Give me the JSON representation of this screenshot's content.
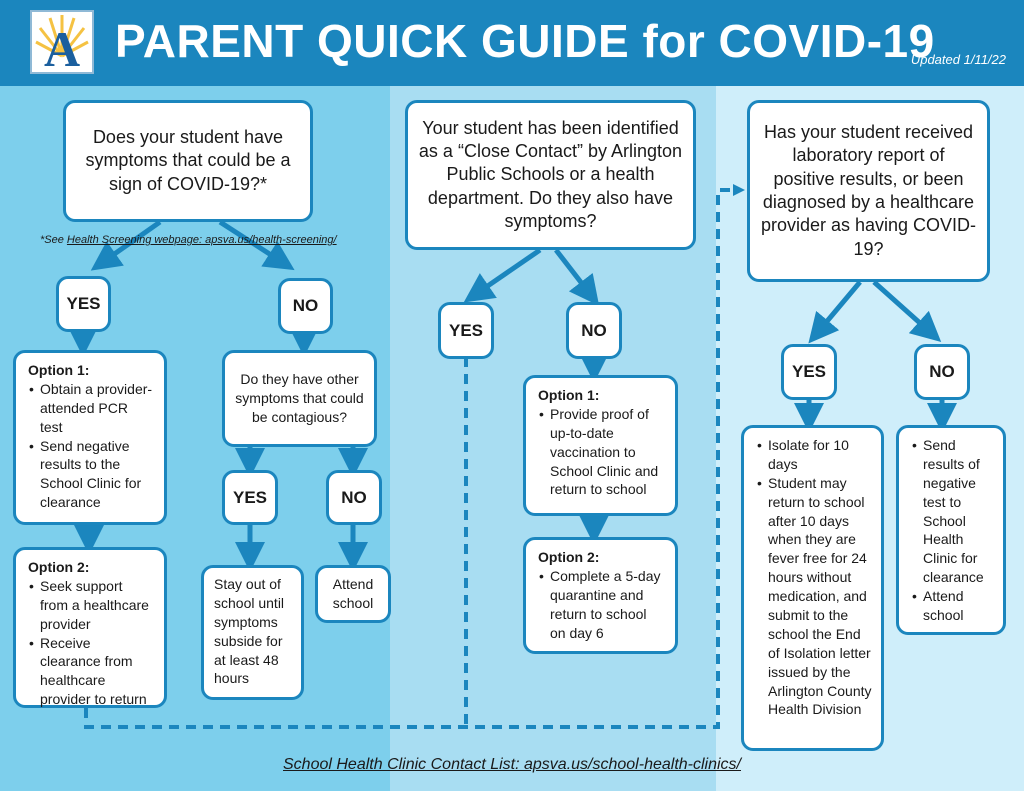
{
  "header": {
    "title": "PARENT QUICK GUIDE for COVID-19",
    "updated": "Updated 1/11/22",
    "logo_letter": "A"
  },
  "col1": {
    "question": "Does your student have symptoms that could be a sign of COVID-19?*",
    "note_prefix": "*See ",
    "note_link": "Health Screening webpage: apsva.us/health-screening/",
    "yes": "YES",
    "no": "NO",
    "option1_title": "Option 1:",
    "option1_items": [
      "Obtain a provider-attended PCR test",
      "Send negative results to the School Clinic for clearance"
    ],
    "option2_title": "Option 2:",
    "option2_items": [
      "Seek support from a healthcare provider",
      "Receive clearance from healthcare provider to return"
    ],
    "sub_question": "Do they have other symptoms that could be contagious?",
    "sub_yes": "YES",
    "sub_no": "NO",
    "stay_out": "Stay out of school until symptoms subside for at least 48 hours",
    "attend": "Attend school"
  },
  "col2": {
    "question": "Your student has been identified as a “Close Contact” by Arlington Public Schools or a health department. Do they also have symptoms?",
    "yes": "YES",
    "no": "NO",
    "option1_title": "Option 1:",
    "option1_items": [
      "Provide proof of up-to-date vaccination to School Clinic and return to school"
    ],
    "option2_title": "Option 2:",
    "option2_items": [
      "Complete a 5-day quarantine and return to school on day 6"
    ]
  },
  "col3": {
    "question": "Has your student received laboratory report of positive results, or been diagnosed by a healthcare provider as having COVID-19?",
    "yes": "YES",
    "no": "NO",
    "yes_items": [
      "Isolate for 10 days",
      "Student may return to school after 10 days when they are fever free for 24 hours without medication, and submit to the school the End of Isolation letter issued by the Arlington County Health Division"
    ],
    "no_items": [
      "Send results of negative test to School Health Clinic for clearance",
      "Attend school"
    ]
  },
  "footer": "School Health Clinic Contact List: apsva.us/school-health-clinics/",
  "colors": {
    "primary": "#1b86be",
    "col1_bg": "#7dcfec",
    "col2_bg": "#a8ddf2",
    "col3_bg": "#cfeefa"
  }
}
